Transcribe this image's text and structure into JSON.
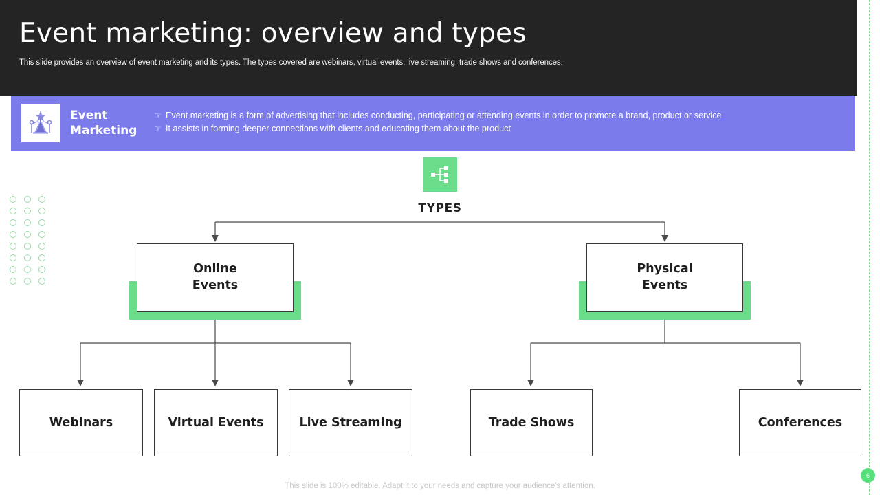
{
  "header": {
    "title": "Event marketing: overview and types",
    "subtitle": "This slide provides an overview of event marketing and its types. The types covered are webinars, virtual events, live streaming, trade shows and conferences.",
    "background": "#242424"
  },
  "definition": {
    "icon": "event-stage-icon",
    "title_line1": "Event",
    "title_line2": "Marketing",
    "bullet_marker": "☞",
    "bullets": [
      "Event marketing is a form of advertising that includes conducting, participating or attending events in order to promote a brand, product or service",
      "It assists in forming deeper connections with clients and educating them about the product"
    ],
    "background": "#7b7beb"
  },
  "types": {
    "icon": "hierarchy-icon",
    "label": "TYPES",
    "accent": "#6bdd8a"
  },
  "branches": [
    {
      "id": "online",
      "line1": "Online",
      "line2": "Events"
    },
    {
      "id": "physical",
      "line1": "Physical",
      "line2": "Events"
    }
  ],
  "leaves": [
    {
      "label": "Webinars"
    },
    {
      "label": "Virtual Events"
    },
    {
      "label": "Live Streaming"
    },
    {
      "label": "Trade Shows"
    },
    {
      "label": "Conferences"
    }
  ],
  "footer": {
    "note": "This slide is 100% editable. Adapt it to your needs and capture your audience's attention.",
    "page_number": "6"
  },
  "decor": {
    "dot_rows": 8,
    "dot_cols": 3,
    "dot_color": "#9ad8a8",
    "guide_line_color": "#7ed98f"
  }
}
